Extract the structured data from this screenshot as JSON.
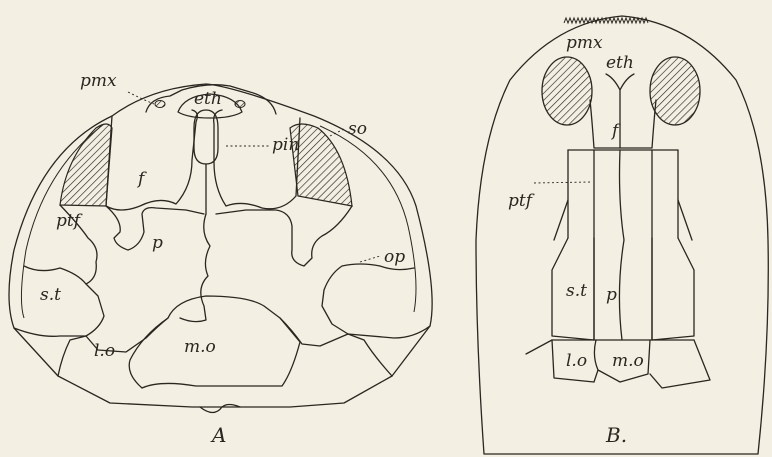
{
  "figure_a": {
    "caption": "A",
    "labels": {
      "pmx": "pmx",
      "eth": "eth",
      "pin": "pin",
      "so": "so",
      "f": "f",
      "ptf": "ptf",
      "p": "p",
      "op": "op",
      "st": "s.t",
      "lo": "l.o",
      "mo": "m.o"
    }
  },
  "figure_b": {
    "caption": "B.",
    "labels": {
      "pmx": "pmx",
      "eth": "eth",
      "f": "f",
      "ptf": "ptf",
      "st": "s.t",
      "p": "p",
      "lo": "l.o",
      "mo": "m.o"
    }
  }
}
